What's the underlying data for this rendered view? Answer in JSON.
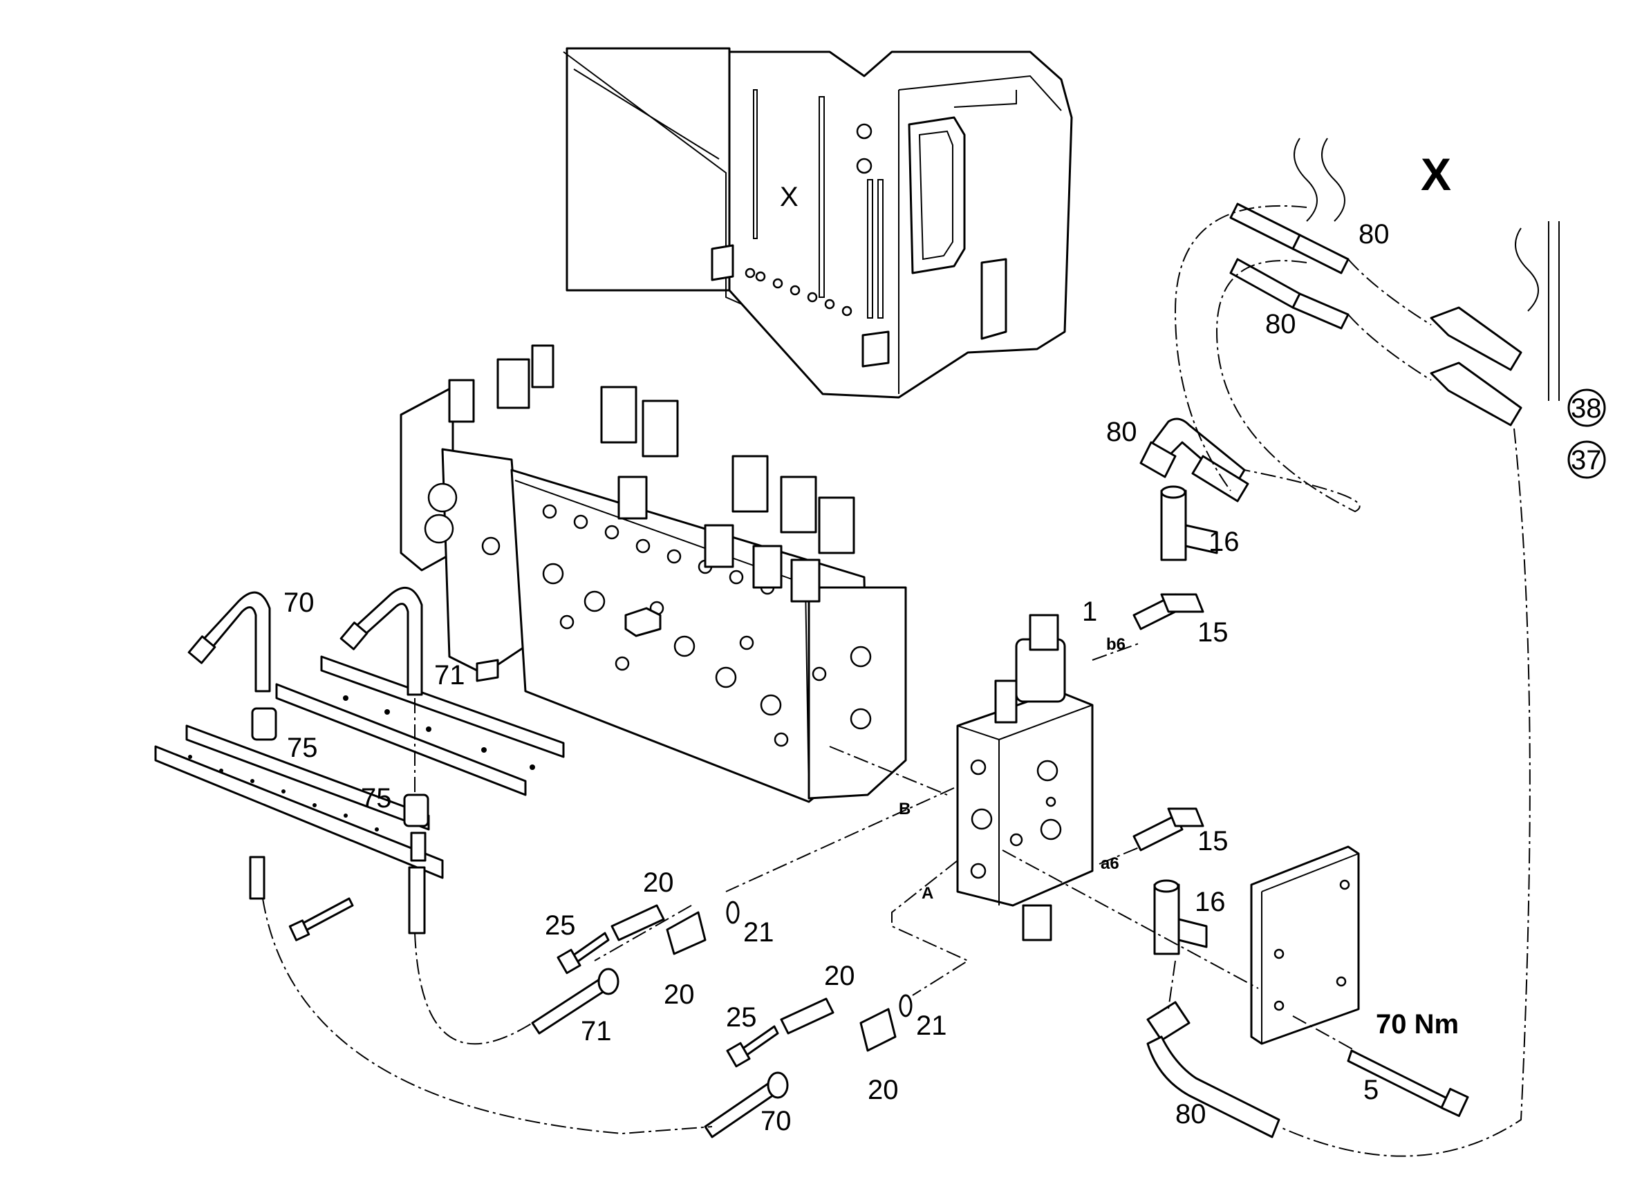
{
  "view_marker": "X",
  "callouts": {
    "c80_top1": "80",
    "c80_top2": "80",
    "c80_elbow": "80",
    "c80_bottom": "80",
    "c38": "38",
    "c37": "37",
    "c16_top": "16",
    "c15_top": "15",
    "c1": "1",
    "c15_mid": "15",
    "c16_mid": "16",
    "c70_top": "70",
    "c71_top": "71",
    "c75_a": "75",
    "c75_b": "75",
    "c20_a": "20",
    "c25_a": "25",
    "c21_a": "21",
    "c20_b": "20",
    "c71_bottom": "71",
    "c20_c": "20",
    "c25_b": "25",
    "c21_b": "21",
    "c20_d": "20",
    "c70_bottom": "70",
    "c5": "5",
    "torque": "70 Nm"
  },
  "port_labels": {
    "b6": "b6",
    "a6": "a6",
    "B": "B",
    "A": "A"
  }
}
